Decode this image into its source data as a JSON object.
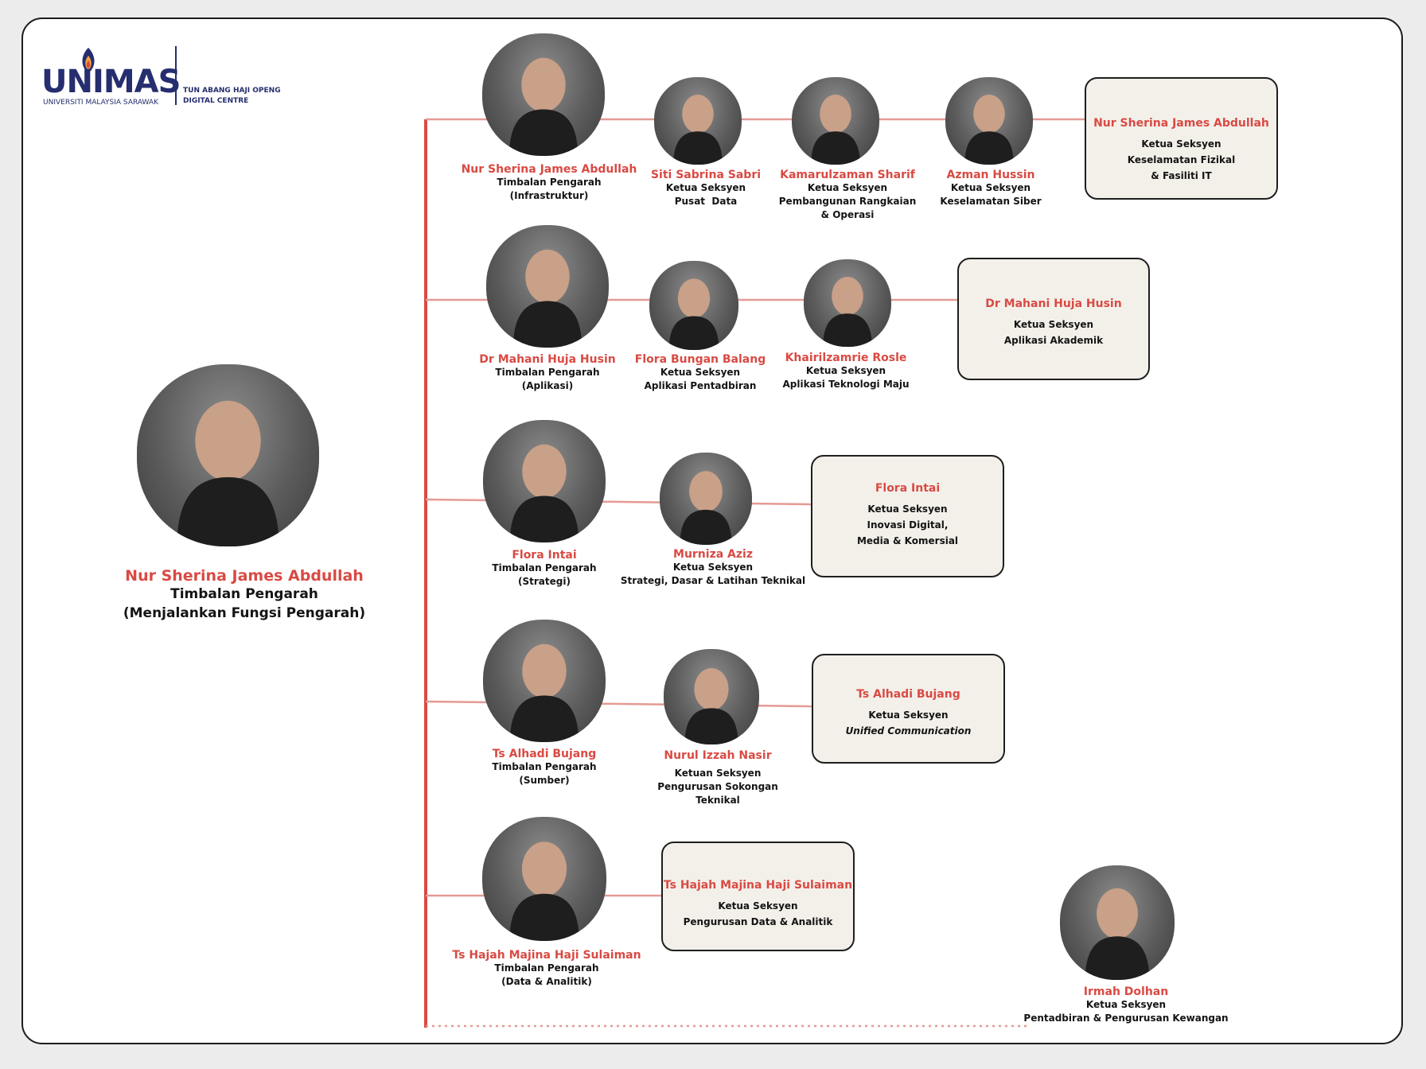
{
  "logo": {
    "word": "UNIMAS",
    "sub": "UNIVERSITI MALAYSIA SARAWAK",
    "right_line1": "TUN ABANG HAJI OPENG",
    "right_line2": "DIGITAL CENTRE"
  },
  "director": {
    "name": "Nur Sherina James Abdullah",
    "title1": "Timbalan Pengarah",
    "title2": "(Menjalankan Fungsi Pengarah)"
  },
  "rows": [
    {
      "deputy": {
        "name": "Nur Sherina James Abdullah",
        "title1": "Timbalan Pengarah",
        "title2": "(Infrastruktur)"
      },
      "heads": [
        {
          "name": "Siti Sabrina Sabri",
          "title1": "Ketua Seksyen",
          "title2": "Pusat  Data"
        },
        {
          "name": "Kamarulzaman Sharif",
          "title1": "Ketua Seksyen",
          "title2": "Pembangunan Rangkaian",
          "title3": "& Operasi"
        },
        {
          "name": "Azman Hussin",
          "title1": "Ketua Seksyen",
          "title2": "Keselamatan Siber"
        }
      ],
      "box": {
        "name": "Nur Sherina James Abdullah",
        "l1": "Ketua Seksyen",
        "l2": "Keselamatan Fizikal",
        "l3": "& Fasiliti IT"
      }
    },
    {
      "deputy": {
        "name": "Dr Mahani Huja Husin",
        "title1": "Timbalan Pengarah",
        "title2": "(Aplikasi)"
      },
      "heads": [
        {
          "name": "Flora Bungan Balang",
          "title1": "Ketua Seksyen",
          "title2": "Aplikasi Pentadbiran"
        },
        {
          "name": "Khairilzamrie Rosle",
          "title1": "Ketua Seksyen",
          "title2": "Aplikasi Teknologi Maju"
        }
      ],
      "box": {
        "name": "Dr Mahani Huja Husin",
        "l1": "Ketua Seksyen",
        "l2": "Aplikasi Akademik"
      }
    },
    {
      "deputy": {
        "name": "Flora Intai",
        "title1": "Timbalan Pengarah",
        "title2": "(Strategi)"
      },
      "heads": [
        {
          "name": "Murniza Aziz",
          "title1": "Ketua Seksyen",
          "title2": "Strategi, Dasar & Latihan Teknikal"
        }
      ],
      "box": {
        "name": "Flora Intai",
        "l1": "Ketua Seksyen",
        "l2": "Inovasi Digital,",
        "l3": "Media & Komersial"
      }
    },
    {
      "deputy": {
        "name": "Ts Alhadi Bujang",
        "title1": "Timbalan Pengarah",
        "title2": "(Sumber)"
      },
      "heads": [
        {
          "name": "Nurul Izzah Nasir",
          "title1": "Ketuan Seksyen",
          "title2": "Pengurusan Sokongan",
          "title3": "Teknikal"
        }
      ],
      "box": {
        "name": "Ts Alhadi Bujang",
        "l1": "Ketua Seksyen",
        "l2": "Unified Communication"
      }
    },
    {
      "deputy": {
        "name": "Ts Hajah Majina Haji Sulaiman",
        "title1": "Timbalan Pengarah",
        "title2": "(Data & Analitik)"
      },
      "box": {
        "name": "Ts Hajah Majina Haji Sulaiman",
        "l1": "Ketua Seksyen",
        "l2": "Pengurusan Data & Analitik"
      }
    }
  ],
  "admin": {
    "name": "Irmah Dolhan",
    "title1": "Ketua Seksyen",
    "title2": "Pentadbiran & Pengurusan Kewangan"
  },
  "colors": {
    "accent_red": "#d94a43",
    "line_red": "#e59a94",
    "box_bg": "#f3f0ea",
    "logo_navy": "#252e6e"
  }
}
